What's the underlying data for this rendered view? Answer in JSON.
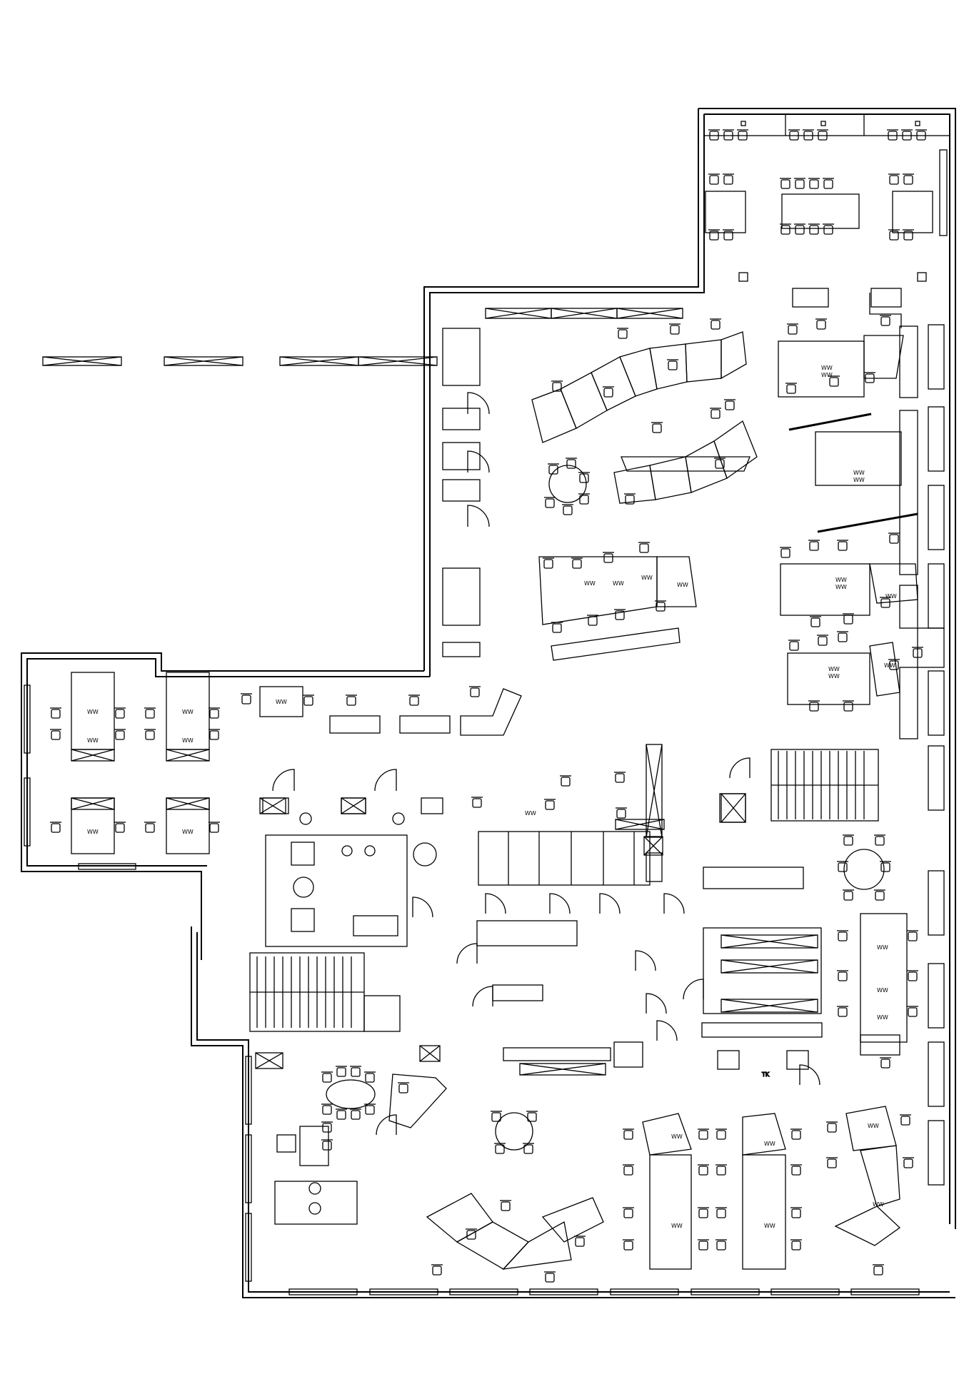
{
  "drawing": {
    "kind": "office floor plan",
    "line_color": "#000000",
    "background": "#ffffff"
  },
  "labels": {
    "ww": "WW",
    "tk": "TK"
  }
}
